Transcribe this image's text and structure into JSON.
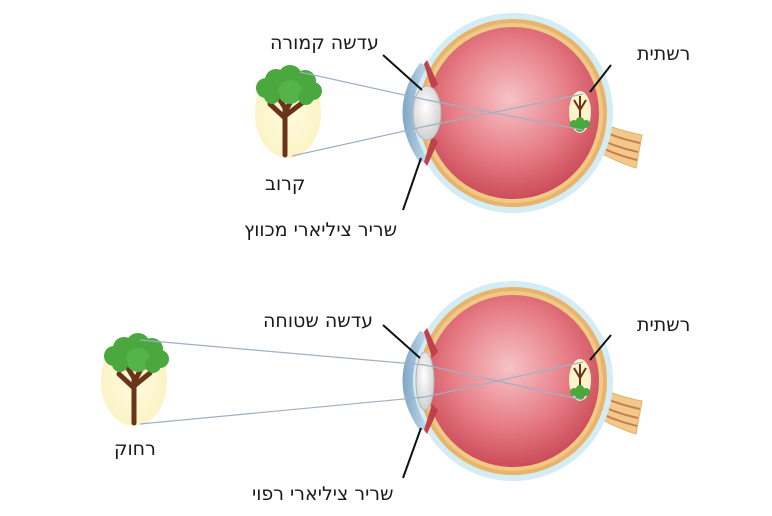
{
  "near_panel": {
    "lens_label": "עדשה קמורה",
    "retina_label": "רשתית",
    "object_label": "קרוב",
    "muscle_label": "שריר ציליארי מכווץ"
  },
  "far_panel": {
    "lens_label": "עדשה שטוחה",
    "retina_label": "רשתית",
    "object_label": "רחוק",
    "muscle_label": "שריר ציליארי רפוי"
  },
  "colors": {
    "sclera_outer": "#c9e6f0",
    "eyeball": "#d9505e",
    "eyeball_highlight": "#f4b9bd",
    "cornea": "#a9c9df",
    "lens": "#e6e6e6",
    "optic_nerve": "#f2c989",
    "tree_foliage": "#4aa83e",
    "tree_trunk": "#6b3418",
    "image_halo": "#fbf6cf",
    "light_ray": "#9fb0c4"
  }
}
